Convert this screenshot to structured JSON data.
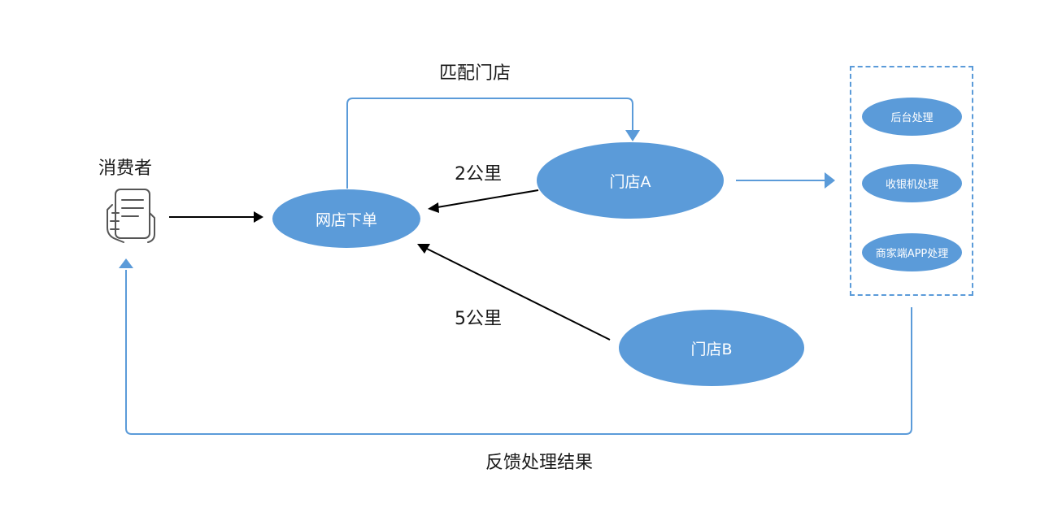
{
  "consumer": {
    "label": "消费者",
    "icon": "phone-list-hand-icon"
  },
  "nodes": {
    "order": "网店下单",
    "store_a": "门店A",
    "store_b": "门店B"
  },
  "processing": {
    "items": [
      "后台处理",
      "收银机处理",
      "商家端APP处理"
    ]
  },
  "edge_labels": {
    "match": "匹配门店",
    "dist_a": "2公里",
    "dist_b": "5公里",
    "feedback": "反馈处理结果"
  },
  "colors": {
    "node_fill": "#5b9bd9",
    "blue_line": "#5b9bd9",
    "black_line": "#000000"
  }
}
